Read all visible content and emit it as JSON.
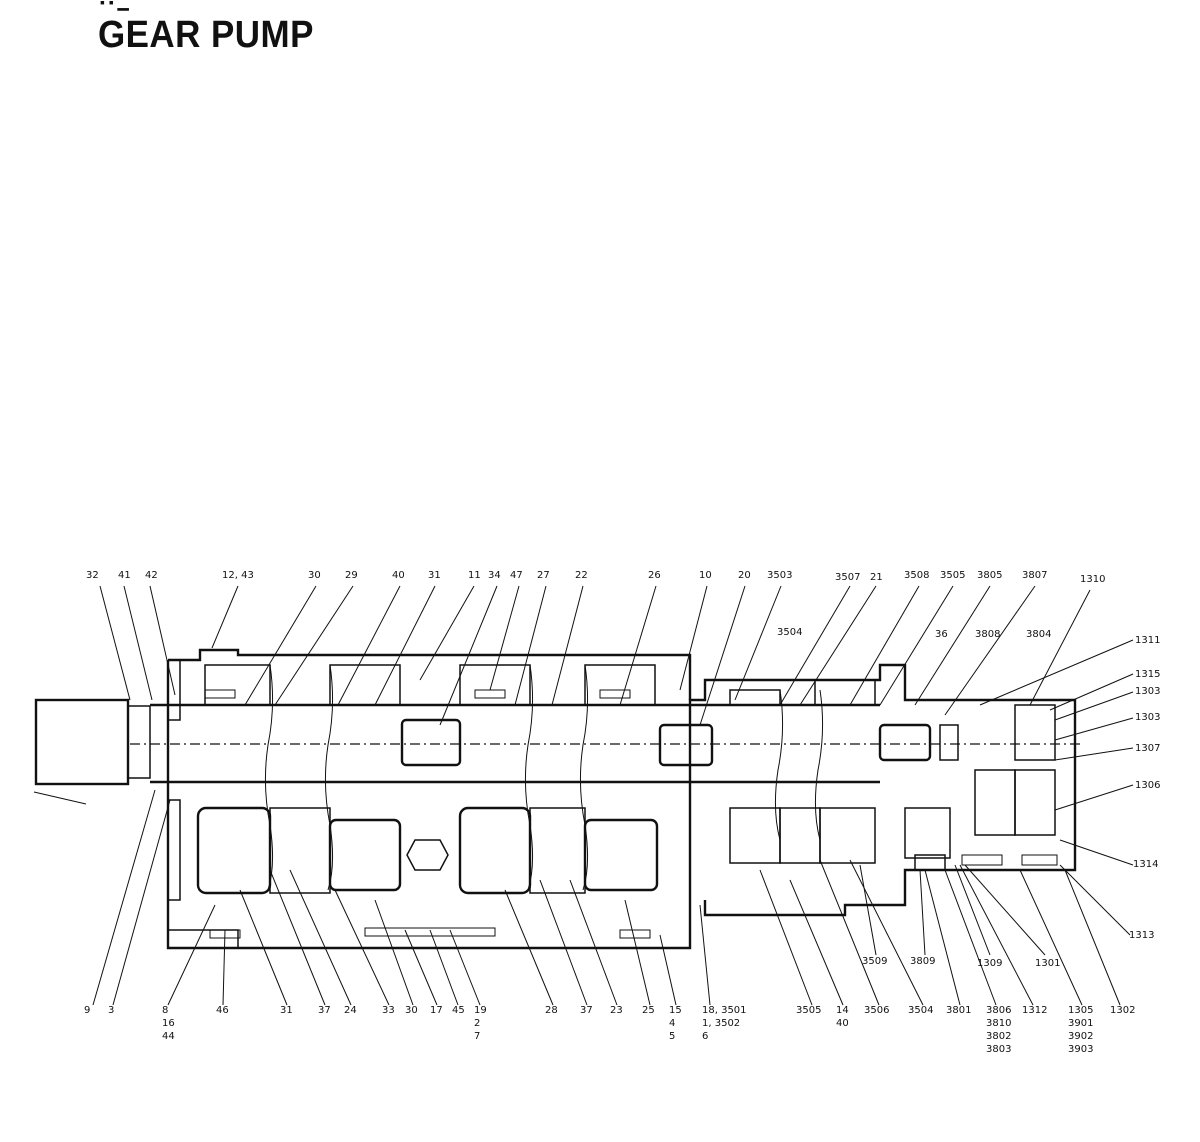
{
  "header": {
    "title": "GEAR PUMP"
  },
  "callouts_top": [
    "32",
    "41",
    "42",
    "12, 43",
    "30",
    "29",
    "40",
    "31",
    "11",
    "34",
    "47",
    "27",
    "22",
    "26",
    "10",
    "20",
    "3503",
    "3507",
    "21",
    "3508",
    "3505",
    "3805",
    "3807",
    "1310"
  ],
  "callouts_right": [
    "3504",
    "36",
    "3808",
    "3804",
    "1311",
    "1315",
    "1303",
    "1303",
    "1307",
    "1306",
    "1314",
    "1313"
  ],
  "callouts_mid": [
    "3509",
    "3809",
    "1309",
    "1301"
  ],
  "callouts_bottom": [
    "9",
    "3",
    "8\n16\n44",
    "46",
    "31",
    "37",
    "24",
    "33",
    "30",
    "17",
    "45",
    "19\n2\n7",
    "28",
    "37",
    "23",
    "25",
    "15\n4\n5",
    "18, 3501\n1, 3502\n6",
    "3505",
    "14\n40",
    "3506",
    "3504",
    "3801",
    "3806\n3810\n3802\n3803",
    "1312",
    "1305\n3901\n3902\n3903",
    "1302"
  ]
}
